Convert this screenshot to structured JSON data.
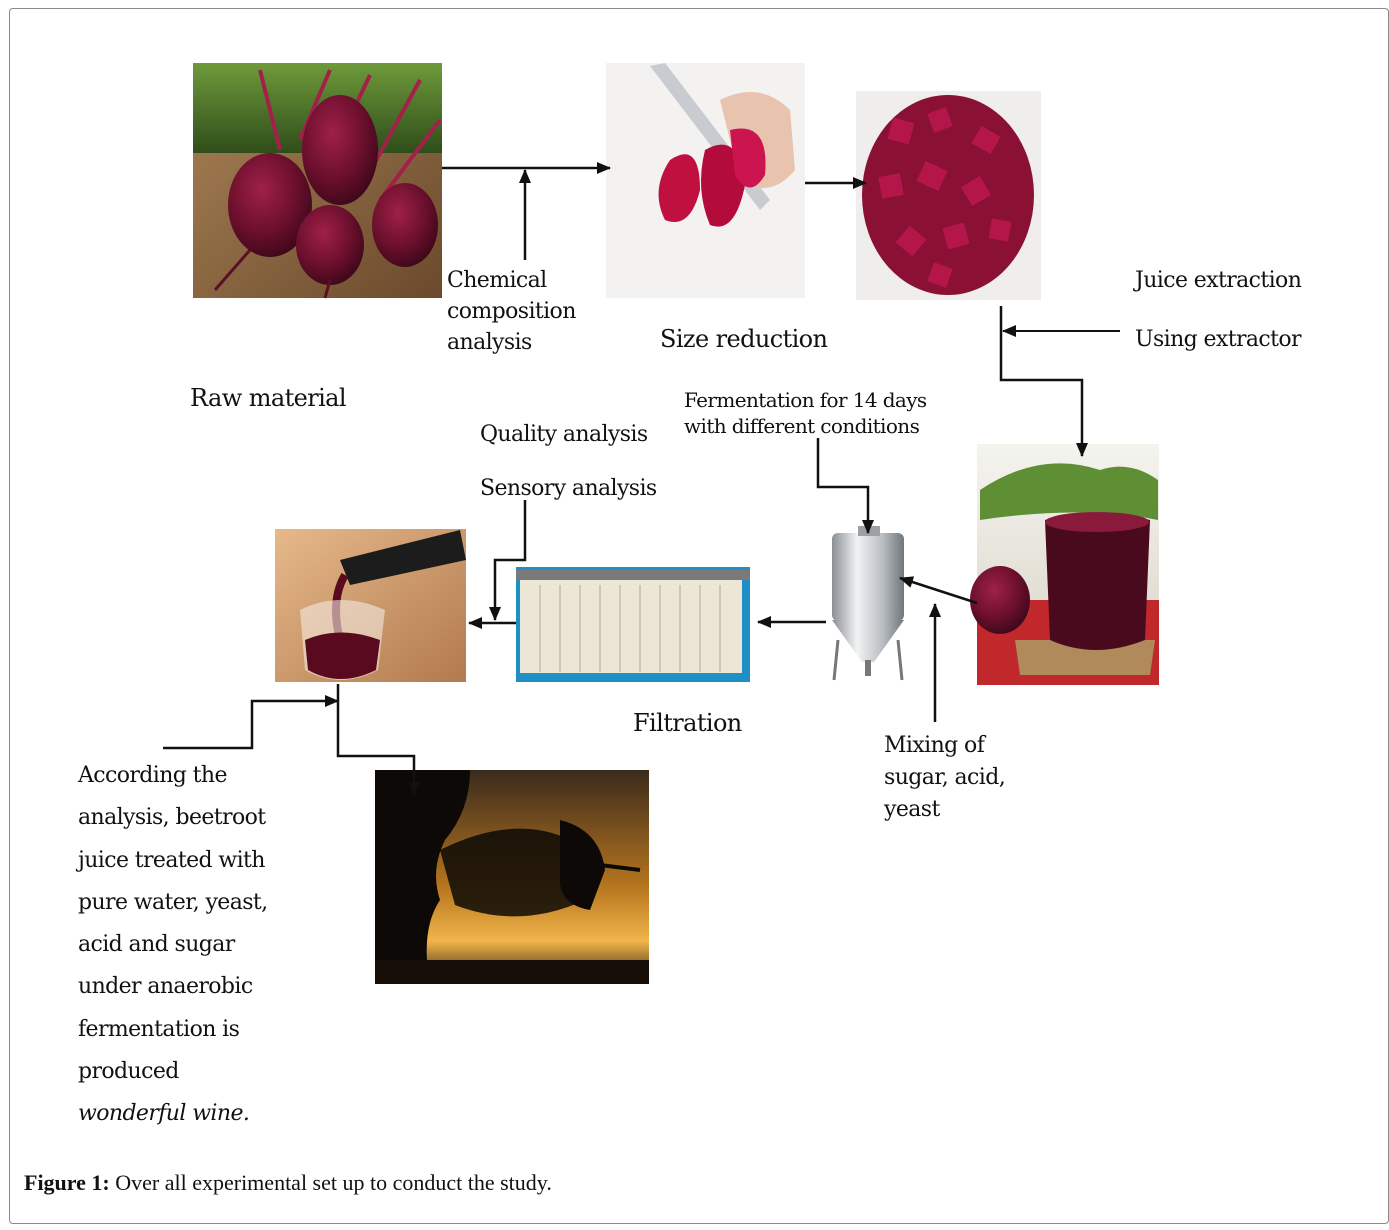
{
  "labels": {
    "raw_material": "Raw material",
    "chemical": [
      "Chemical",
      "composition",
      "analysis"
    ],
    "size_reduction": "Size reduction",
    "juice_extraction": "Juice extraction",
    "using_extractor": "Using extractor",
    "fermentation": [
      "Fermentation for 14 days",
      "with different conditions"
    ],
    "quality_analysis": "Quality analysis",
    "sensory_analysis": "Sensory analysis",
    "filtration": "Filtration",
    "mixing": [
      "Mixing of",
      "sugar, acid,",
      "yeast"
    ],
    "conclusion": [
      "According the",
      "analysis, beetroot",
      "juice treated with",
      "pure water, yeast,",
      "acid and sugar",
      "under anaerobic",
      "fermentation is",
      "produced"
    ],
    "conclusion_end": "wonderful wine."
  },
  "caption": {
    "label": "Figure 1:",
    "text": " Over all experimental set up to conduct the study."
  },
  "images": [
    {
      "name": "raw-beetroot-photo",
      "desc": "beetroots with leaves"
    },
    {
      "name": "slicing-beetroot-photo",
      "desc": "knife cutting beetroot"
    },
    {
      "name": "diced-beetroot-photo",
      "desc": "diced beetroot"
    },
    {
      "name": "beetroot-juice-photo",
      "desc": "glass of beetroot juice"
    },
    {
      "name": "fermenter-photo",
      "desc": "stainless steel conical fermenter"
    },
    {
      "name": "filter-press-photo",
      "desc": "filter press"
    },
    {
      "name": "wine-pour-photo",
      "desc": "wine pouring into glass"
    },
    {
      "name": "wine-drinking-photo",
      "desc": "silhouette drinking wine at sunset"
    }
  ],
  "colors": {
    "beet": "#7a1030",
    "juice": "#5a0a24",
    "arrow": "#111111"
  }
}
